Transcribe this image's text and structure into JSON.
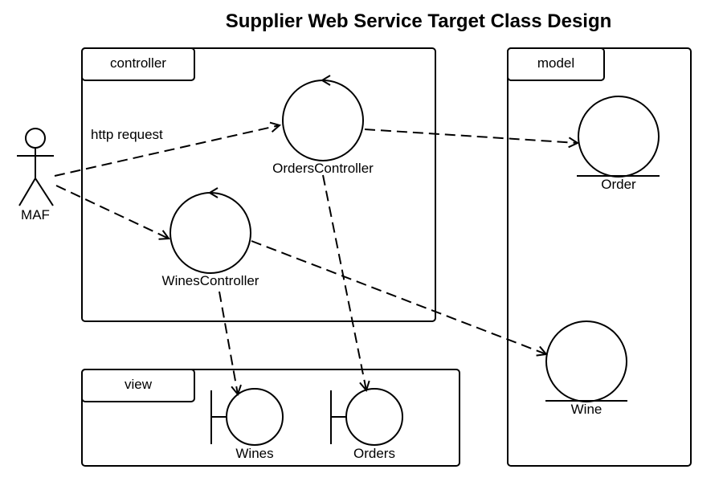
{
  "title": "Supplier Web Service Target Class Design",
  "packages": {
    "controller": "controller",
    "model": "model",
    "view": "view"
  },
  "actor": {
    "name": "MAF"
  },
  "edge_labels": {
    "request": "http request"
  },
  "controllers": {
    "orders": "OrdersController",
    "wines": "WinesController"
  },
  "entities": {
    "order": "Order",
    "wine": "Wine"
  },
  "boundaries": {
    "wines": "Wines",
    "orders": "Orders"
  }
}
